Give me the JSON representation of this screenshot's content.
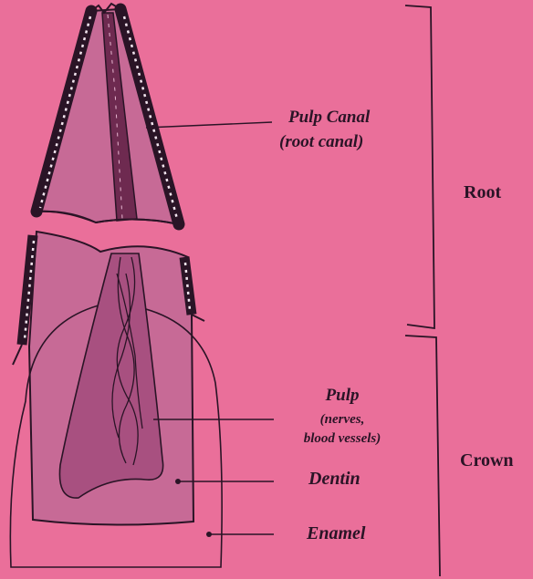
{
  "labels": {
    "pulp_canal_1": "Pulp Canal",
    "pulp_canal_2": "(root canal)",
    "root": "Root",
    "pulp": "Pulp",
    "pulp_sub_1": "(nerves,",
    "pulp_sub_2": "blood vessels)",
    "dentin": "Dentin",
    "enamel": "Enamel",
    "crown": "Crown"
  },
  "colors": {
    "background": "#ea6f9a",
    "dentin_fill": "#c76a96",
    "pulp_fill": "#a85080",
    "outline": "#2a1426",
    "cementum_dots": "#f1e4ee"
  }
}
